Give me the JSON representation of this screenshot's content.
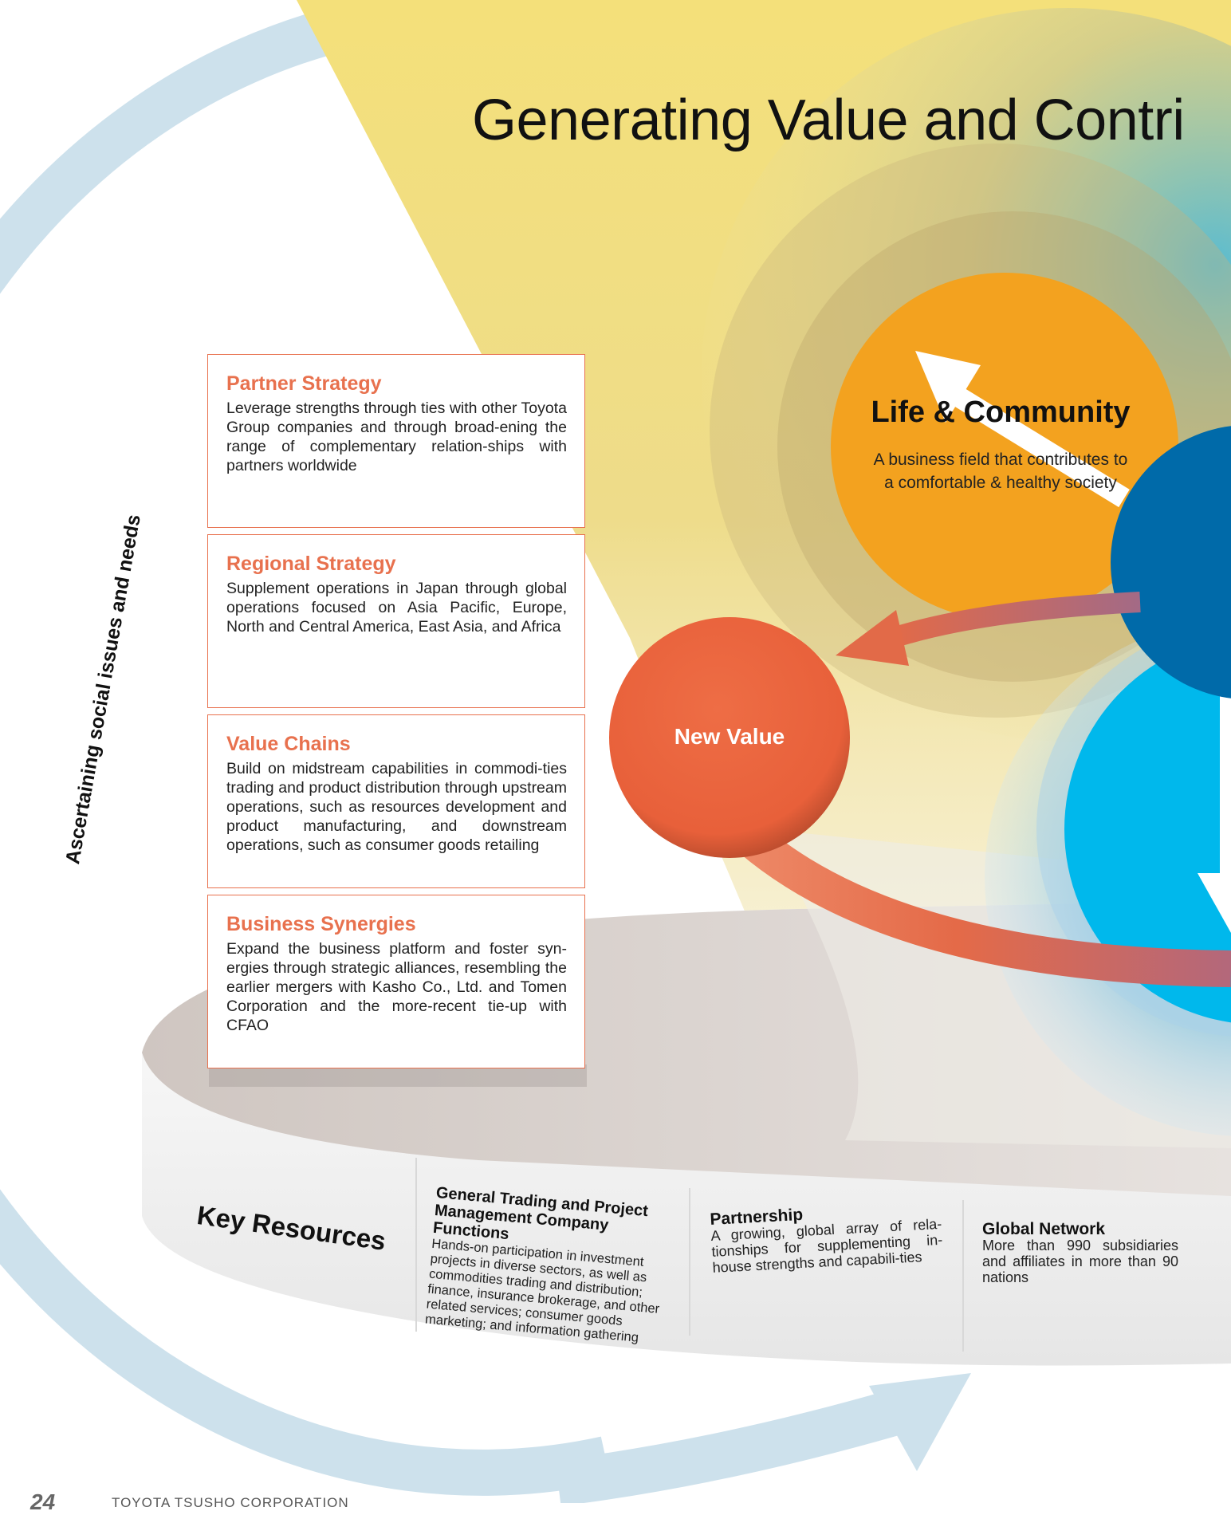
{
  "title": "Generating Value and Contri",
  "side_label": "Ascertaining social issues and needs",
  "strategies": [
    {
      "heading": "Partner Strategy",
      "body": "Leverage strengths through ties with other Toyota Group companies and through broad-ening the range of complementary relation-ships with partners worldwide"
    },
    {
      "heading": "Regional Strategy",
      "body": "Supplement operations in Japan through global operations focused on Asia Pacific, Europe, North and Central America, East Asia, and Africa"
    },
    {
      "heading": "Value Chains",
      "body": "Build on midstream capabilities in commodi-ties trading and product distribution through upstream operations, such as resources development and product manufacturing, and downstream operations, such as consumer goods retailing"
    },
    {
      "heading": "Business Synergies",
      "body": "Expand the business platform and foster syn-ergies through strategic alliances, resembling the earlier mergers with Kasho Co., Ltd. and Tomen Corporation and the more-recent tie-up with CFAO"
    }
  ],
  "life_community": {
    "title": "Life & Community",
    "description": "A business field that contributes to a comfortable & healthy society"
  },
  "new_value": "New Value",
  "key_resources": {
    "title": "Key Resources",
    "items": [
      {
        "heading": "General Trading and Project Management Company Functions",
        "body": "Hands-on participation in investment projects in diverse sectors, as well as commodities trading and distribution; finance, insurance brokerage, and other related services; consumer goods marketing; and information gathering"
      },
      {
        "heading": "Partnership",
        "body": "A growing, global array of rela-tionships for supplementing in-house strengths and capabili-ties"
      },
      {
        "heading": "Global Network",
        "body": "More than 990 subsidiaries and affiliates in more than 90 nations"
      }
    ]
  },
  "footer": {
    "page": "24",
    "company": "TOYOTA TSUSHO CORPORATION"
  },
  "colors": {
    "accent_orange": "#e8714e",
    "life_orange": "#f3a21f",
    "deep_blue": "#006aa9",
    "sky_blue": "#00b8ec",
    "arrow_pale_blue": "#cde1ec"
  }
}
